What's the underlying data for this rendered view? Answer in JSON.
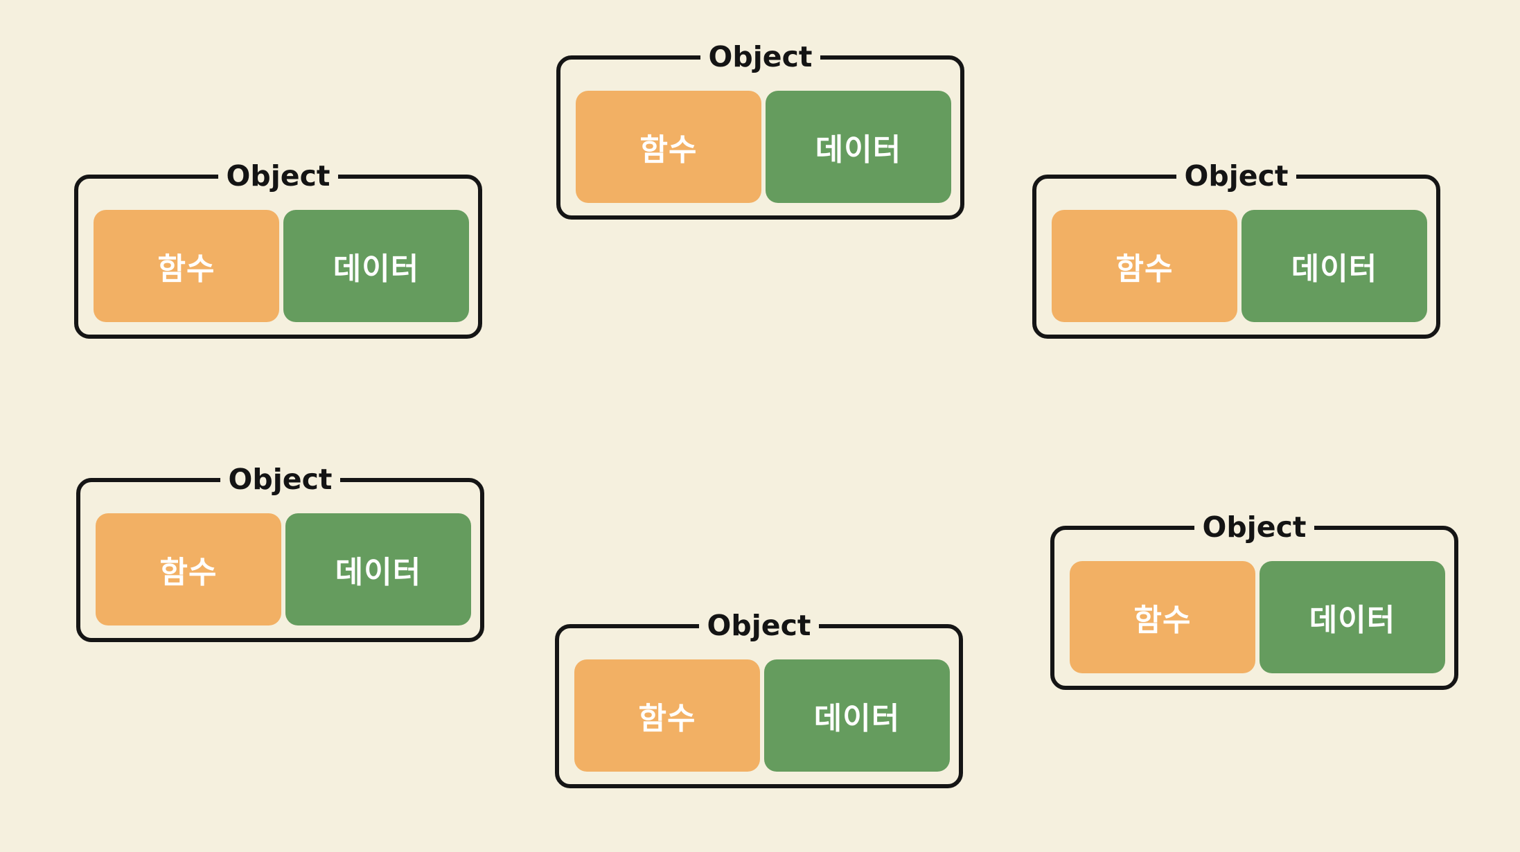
{
  "colors": {
    "background": "#f5f0de",
    "border": "#151515",
    "function_cell": "#f2b064",
    "data_cell": "#659c5e",
    "cell_text": "#ffffff"
  },
  "objects": [
    {
      "title": "Object",
      "function_label": "함수",
      "data_label": "데이터"
    },
    {
      "title": "Object",
      "function_label": "함수",
      "data_label": "데이터"
    },
    {
      "title": "Object",
      "function_label": "함수",
      "data_label": "데이터"
    },
    {
      "title": "Object",
      "function_label": "함수",
      "data_label": "데이터"
    },
    {
      "title": "Object",
      "function_label": "함수",
      "data_label": "데이터"
    },
    {
      "title": "Object",
      "function_label": "함수",
      "data_label": "데이터"
    }
  ]
}
